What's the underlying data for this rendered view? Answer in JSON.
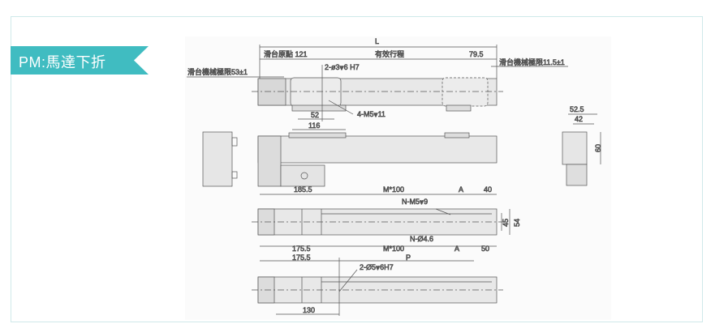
{
  "section_label": "PM:馬達下折",
  "colors": {
    "ribbon": "#40bcc1",
    "border": "#cfe9ea"
  },
  "drawing": {
    "top_view": {
      "L": "L",
      "origin": "滑台原點 121",
      "stroke": "有效行程",
      "d79_5": "79.5",
      "limit_right": "滑台機械極限11.5±1",
      "limit_left": "滑台機械極限53±1",
      "pin_hole": "2-ø3⩔6 H7",
      "tap_hole": "4-M5⩔11",
      "d52": "52",
      "d116": "116"
    },
    "end_view": {
      "d52_5": "52.5",
      "d42": "42",
      "d60": "60"
    },
    "bottom_view_1": {
      "d185_5": "185.5",
      "m100": "M*100",
      "A": "A",
      "d40": "40",
      "tap": "N-M5⩔9",
      "d45": "45",
      "d54": "54",
      "hole": "N-Ø4.6",
      "d175_5": "175.5",
      "m100b": "M*100",
      "Ab": "A",
      "d50": "50"
    },
    "bottom_view_2": {
      "d175_5": "175.5",
      "P": "P",
      "pin": "2-Ø5⩔6H7",
      "d130": "130"
    }
  }
}
